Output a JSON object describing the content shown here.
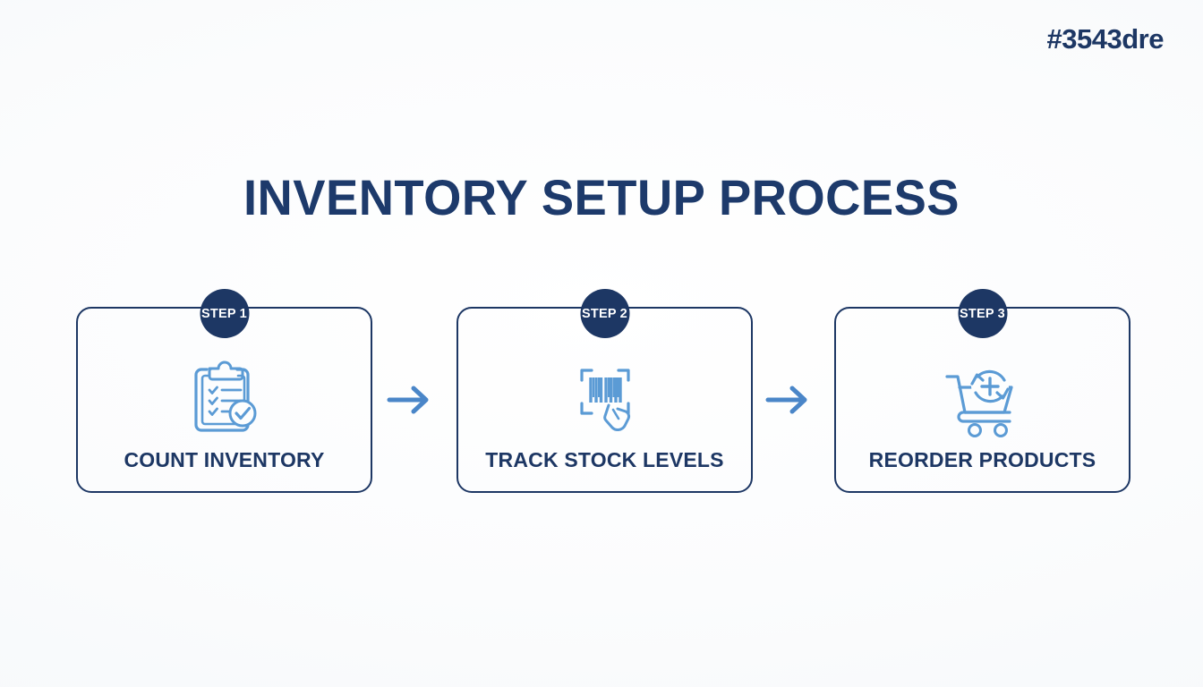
{
  "watermark": "#3543dre",
  "title": "INVENTORY SETUP PROCESS",
  "colors": {
    "navy": "#1d3764",
    "title_navy": "#1d3a6b",
    "icon_blue": "#5b9bd5",
    "arrow_blue": "#4a86c8",
    "background": "#fdfefe",
    "badge_text": "#ffffff"
  },
  "steps": [
    {
      "badge": "STEP 1",
      "label": "COUNT INVENTORY",
      "icon": "clipboard-checklist-icon"
    },
    {
      "badge": "STEP 2",
      "label": "TRACK STOCK LEVELS",
      "icon": "barcode-scanner-icon"
    },
    {
      "badge": "STEP 3",
      "label": "REORDER PRODUCTS",
      "icon": "shopping-cart-refresh-icon"
    }
  ],
  "connectors": [
    {
      "icon": "arrow-right-icon"
    },
    {
      "icon": "arrow-right-icon"
    }
  ]
}
